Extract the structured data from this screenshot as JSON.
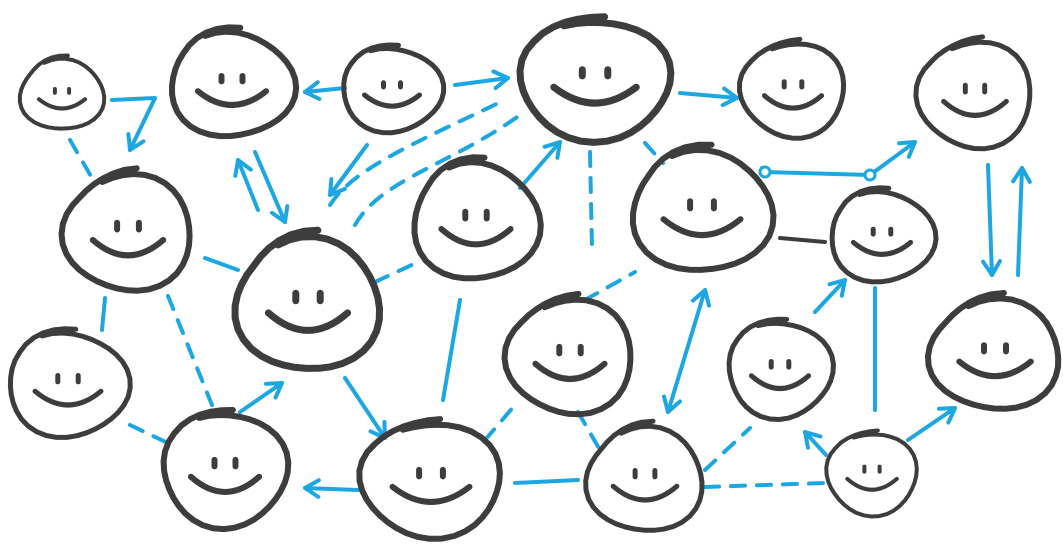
{
  "colors": {
    "face_stroke": "#3d3d3d",
    "link_blue": "#1ca7e3",
    "link_gray": "#3d3d3d",
    "background": "#ffffff"
  },
  "faces": [
    {
      "id": "f1",
      "icon": "smiley-face-icon"
    },
    {
      "id": "f2",
      "icon": "smiley-face-icon"
    },
    {
      "id": "f3",
      "icon": "smiley-face-icon"
    },
    {
      "id": "f4",
      "icon": "smiley-face-icon"
    },
    {
      "id": "f5",
      "icon": "smiley-face-icon"
    },
    {
      "id": "f6",
      "icon": "smiley-face-icon"
    },
    {
      "id": "f7",
      "icon": "smiley-face-icon"
    },
    {
      "id": "f8",
      "icon": "smiley-face-icon"
    },
    {
      "id": "f9",
      "icon": "smiley-face-icon"
    },
    {
      "id": "f10",
      "icon": "smiley-face-icon"
    },
    {
      "id": "f11",
      "icon": "smiley-face-icon"
    },
    {
      "id": "f12",
      "icon": "smiley-face-icon"
    },
    {
      "id": "f13",
      "icon": "smiley-face-icon"
    },
    {
      "id": "f14",
      "icon": "smiley-face-icon"
    },
    {
      "id": "f15",
      "icon": "smiley-face-icon"
    },
    {
      "id": "f16",
      "icon": "smiley-face-icon"
    },
    {
      "id": "f17",
      "icon": "smiley-face-icon"
    },
    {
      "id": "f18",
      "icon": "smiley-face-icon"
    },
    {
      "id": "f19",
      "icon": "smiley-face-icon"
    },
    {
      "id": "f20",
      "icon": "smiley-face-icon"
    },
    {
      "id": "f21",
      "icon": "smiley-face-icon"
    }
  ],
  "links": [
    {
      "from": "f1",
      "to": "f2",
      "style": "solid",
      "arrow": "end"
    },
    {
      "from": "f2",
      "to": "f6",
      "style": "solid",
      "arrow": "end"
    },
    {
      "from": "f3",
      "to": "f2",
      "style": "solid",
      "arrow": "end"
    },
    {
      "from": "f3",
      "to": "f4",
      "style": "solid",
      "arrow": "end"
    },
    {
      "from": "f3",
      "to": "f7",
      "style": "solid",
      "arrow": "end"
    },
    {
      "from": "f2",
      "to": "f7",
      "style": "solid",
      "arrow": "both"
    },
    {
      "from": "f4",
      "to": "f5",
      "style": "solid",
      "arrow": "end"
    },
    {
      "from": "f4",
      "to": "f9",
      "style": "dashed",
      "arrow": "none"
    },
    {
      "from": "f4",
      "to": "f11",
      "style": "dashed",
      "arrow": "none"
    },
    {
      "from": "f5",
      "to": "f10",
      "style": "dashed",
      "arrow": "none"
    },
    {
      "from": "f1",
      "to": "f6",
      "style": "dashed",
      "arrow": "none"
    },
    {
      "from": "f6",
      "to": "f7",
      "style": "solid",
      "arrow": "none"
    },
    {
      "from": "f6",
      "to": "f13",
      "style": "solid",
      "arrow": "none"
    },
    {
      "from": "f6",
      "to": "f14",
      "style": "dashed",
      "arrow": "none"
    },
    {
      "from": "f7",
      "to": "f8",
      "style": "dashed",
      "arrow": "none"
    },
    {
      "from": "f7",
      "to": "f4",
      "style": "dashed",
      "arrow": "none"
    },
    {
      "from": "f8",
      "to": "f4",
      "style": "dashed",
      "arrow": "end"
    },
    {
      "from": "f9",
      "to": "f10",
      "style": "solid",
      "arrow": "none"
    },
    {
      "from": "f10",
      "to": "f12",
      "style": "solid",
      "arrow": "none"
    },
    {
      "from": "f12",
      "to": "f16",
      "style": "solid",
      "arrow": "both"
    },
    {
      "from": "f13",
      "to": "f14",
      "style": "dashed",
      "arrow": "none"
    },
    {
      "from": "f14",
      "to": "f7",
      "style": "solid",
      "arrow": "end"
    },
    {
      "from": "f7",
      "to": "f15",
      "style": "solid",
      "arrow": "end"
    },
    {
      "from": "f15",
      "to": "f14",
      "style": "solid",
      "arrow": "end"
    },
    {
      "from": "f15",
      "to": "f16",
      "style": "dashed",
      "arrow": "none"
    },
    {
      "from": "f8",
      "to": "f15",
      "style": "solid",
      "arrow": "none"
    },
    {
      "from": "f15",
      "to": "f17",
      "style": "solid",
      "arrow": "none"
    },
    {
      "from": "f17",
      "to": "f16",
      "style": "dashed",
      "arrow": "none"
    },
    {
      "from": "f16",
      "to": "f20",
      "style": "dashed",
      "arrow": "none"
    },
    {
      "from": "f20",
      "to": "f18",
      "style": "dashed",
      "arrow": "none"
    },
    {
      "from": "f18",
      "to": "f19",
      "style": "solid",
      "arrow": "end"
    },
    {
      "from": "f19",
      "to": "f20",
      "style": "solid",
      "arrow": "none"
    },
    {
      "from": "f21",
      "to": "f18",
      "style": "solid",
      "arrow": "end"
    },
    {
      "from": "f17",
      "to": "f21",
      "style": "dashed",
      "arrow": "none"
    },
    {
      "from": "f21",
      "to": "f13",
      "style": "solid",
      "arrow": "end"
    },
    {
      "from": "f11",
      "to": "f10",
      "style": "solid",
      "arrow": "both"
    },
    {
      "from": "f10",
      "to": "f11",
      "style": "solid",
      "arrow": "none"
    },
    {
      "from": "f12",
      "to": "f8",
      "style": "dashed",
      "arrow": "none"
    },
    {
      "from": "f9",
      "to": "f11",
      "style": "solid",
      "arrow": "end"
    }
  ]
}
